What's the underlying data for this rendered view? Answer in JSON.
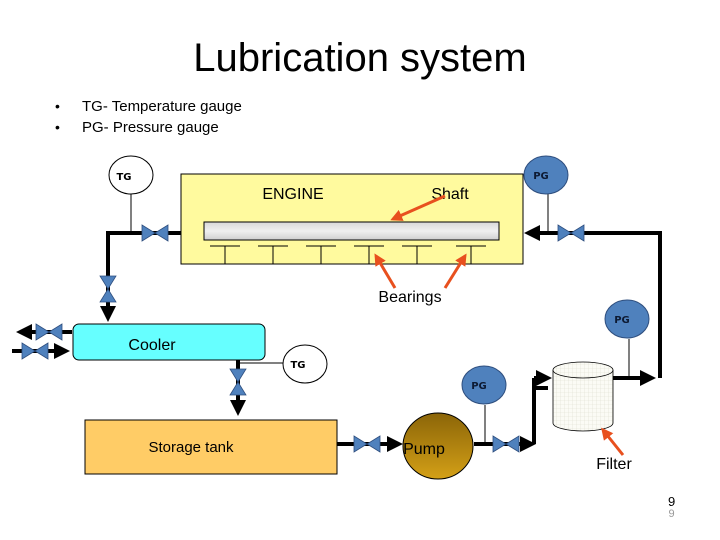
{
  "title": "Lubrication system",
  "legend": [
    {
      "bullet": "•",
      "text": "TG- Temperature gauge"
    },
    {
      "bullet": "•",
      "text": "PG- Pressure gauge"
    }
  ],
  "components": {
    "engine": {
      "label": "ENGINE",
      "color": "#fffa9e"
    },
    "shaft": {
      "label": "Shaft"
    },
    "bearings": {
      "label": "Bearings"
    },
    "cooler": {
      "label": "Cooler",
      "color": "#66ffff"
    },
    "storage_tank": {
      "label": "Storage tank",
      "color": "#ffcc66"
    },
    "pump": {
      "label": "Pump",
      "color": "#b8860b"
    },
    "filter": {
      "label": "Filter"
    }
  },
  "gauges": {
    "tg_engine": "TG",
    "tg_cooler": "TG",
    "pg_engine": "PG",
    "pg_filter": "PG",
    "pg_pump": "PG"
  },
  "colors": {
    "valve": "#4f81bd",
    "gauge_pressure": "#4f81bd",
    "arrow_pointer": "#e8501e",
    "pipe": "#000000"
  },
  "slide_number": {
    "main": "9",
    "sub": "9"
  }
}
